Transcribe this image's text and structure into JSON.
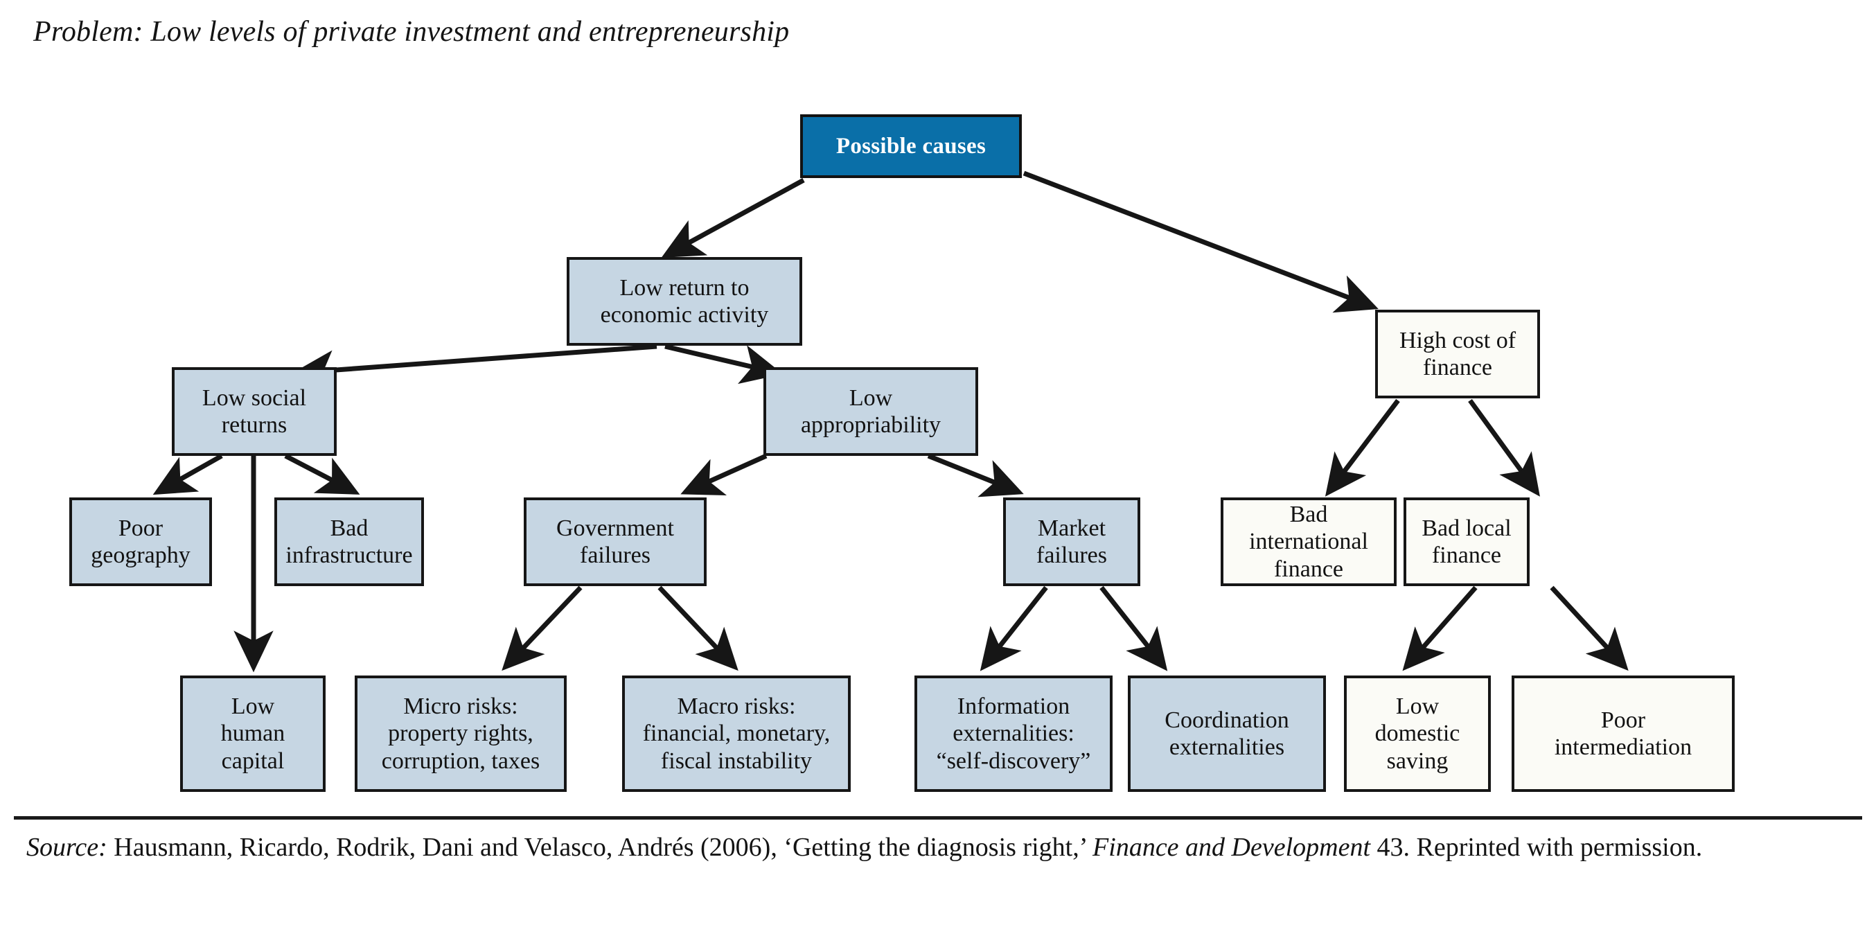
{
  "figure": {
    "title": "Problem: Low levels of private investment and entrepreneurship",
    "colors": {
      "root_fill": "#0A6FA8",
      "branch_fill": "#C6D6E3",
      "finance_fill": "#FBFBF6",
      "stroke": "#161616",
      "root_text": "#FFFFFF",
      "text": "#121212"
    }
  },
  "nodes": {
    "root": "Possible causes",
    "low_return": "Low return to\neconomic activity",
    "high_cost": "High cost of\nfinance",
    "low_social": "Low social\nreturns",
    "low_approp": "Low\nappropriability",
    "poor_geography": "Poor\ngeography",
    "bad_infrastructure": "Bad\ninfrastructure",
    "government_failures": "Government\nfailures",
    "market_failures": "Market\nfailures",
    "bad_international_finance": "Bad international\nfinance",
    "bad_local_finance": "Bad local\nfinance",
    "low_human_capital": "Low\nhuman\ncapital",
    "micro_risks": "Micro risks:\nproperty rights,\ncorruption, taxes",
    "macro_risks": "Macro risks:\nfinancial, monetary,\nfiscal instability",
    "information_externalities": "Information\nexternalities:\n“self-discovery”",
    "coordination_externalities": "Coordination\nexternalities",
    "low_domestic_saving": "Low\ndomestic\nsaving",
    "poor_intermediation": "Poor\nintermediation"
  },
  "source": {
    "label": "Source:",
    "text_part1": " Hausmann, Ricardo, Rodrik, Dani and Velasco, Andrés (2006), ‘Getting the diagnosis right,’ ",
    "journal": "Finance and Development",
    "text_part2": " 43. Reprinted with permission."
  },
  "chart_data": {
    "type": "diagram",
    "title": "Problem: Low levels of private investment and entrepreneurship",
    "edges": [
      {
        "from": "Possible causes",
        "to": "Low return to economic activity"
      },
      {
        "from": "Possible causes",
        "to": "High cost of finance"
      },
      {
        "from": "Low return to economic activity",
        "to": "Low social returns"
      },
      {
        "from": "Low return to economic activity",
        "to": "Low appropriability"
      },
      {
        "from": "Low social returns",
        "to": "Poor geography"
      },
      {
        "from": "Low social returns",
        "to": "Bad infrastructure"
      },
      {
        "from": "Low social returns",
        "to": "Low human capital"
      },
      {
        "from": "Low appropriability",
        "to": "Government failures"
      },
      {
        "from": "Low appropriability",
        "to": "Market failures"
      },
      {
        "from": "Government failures",
        "to": "Micro risks: property rights, corruption, taxes"
      },
      {
        "from": "Government failures",
        "to": "Macro risks: financial, monetary, fiscal instability"
      },
      {
        "from": "Market failures",
        "to": "Information externalities: “self-discovery”"
      },
      {
        "from": "Market failures",
        "to": "Coordination externalities"
      },
      {
        "from": "High cost of finance",
        "to": "Bad international finance"
      },
      {
        "from": "High cost of finance",
        "to": "Bad local finance"
      },
      {
        "from": "Bad local finance",
        "to": "Low domestic saving"
      },
      {
        "from": "Bad local finance",
        "to": "Poor intermediation"
      }
    ]
  }
}
